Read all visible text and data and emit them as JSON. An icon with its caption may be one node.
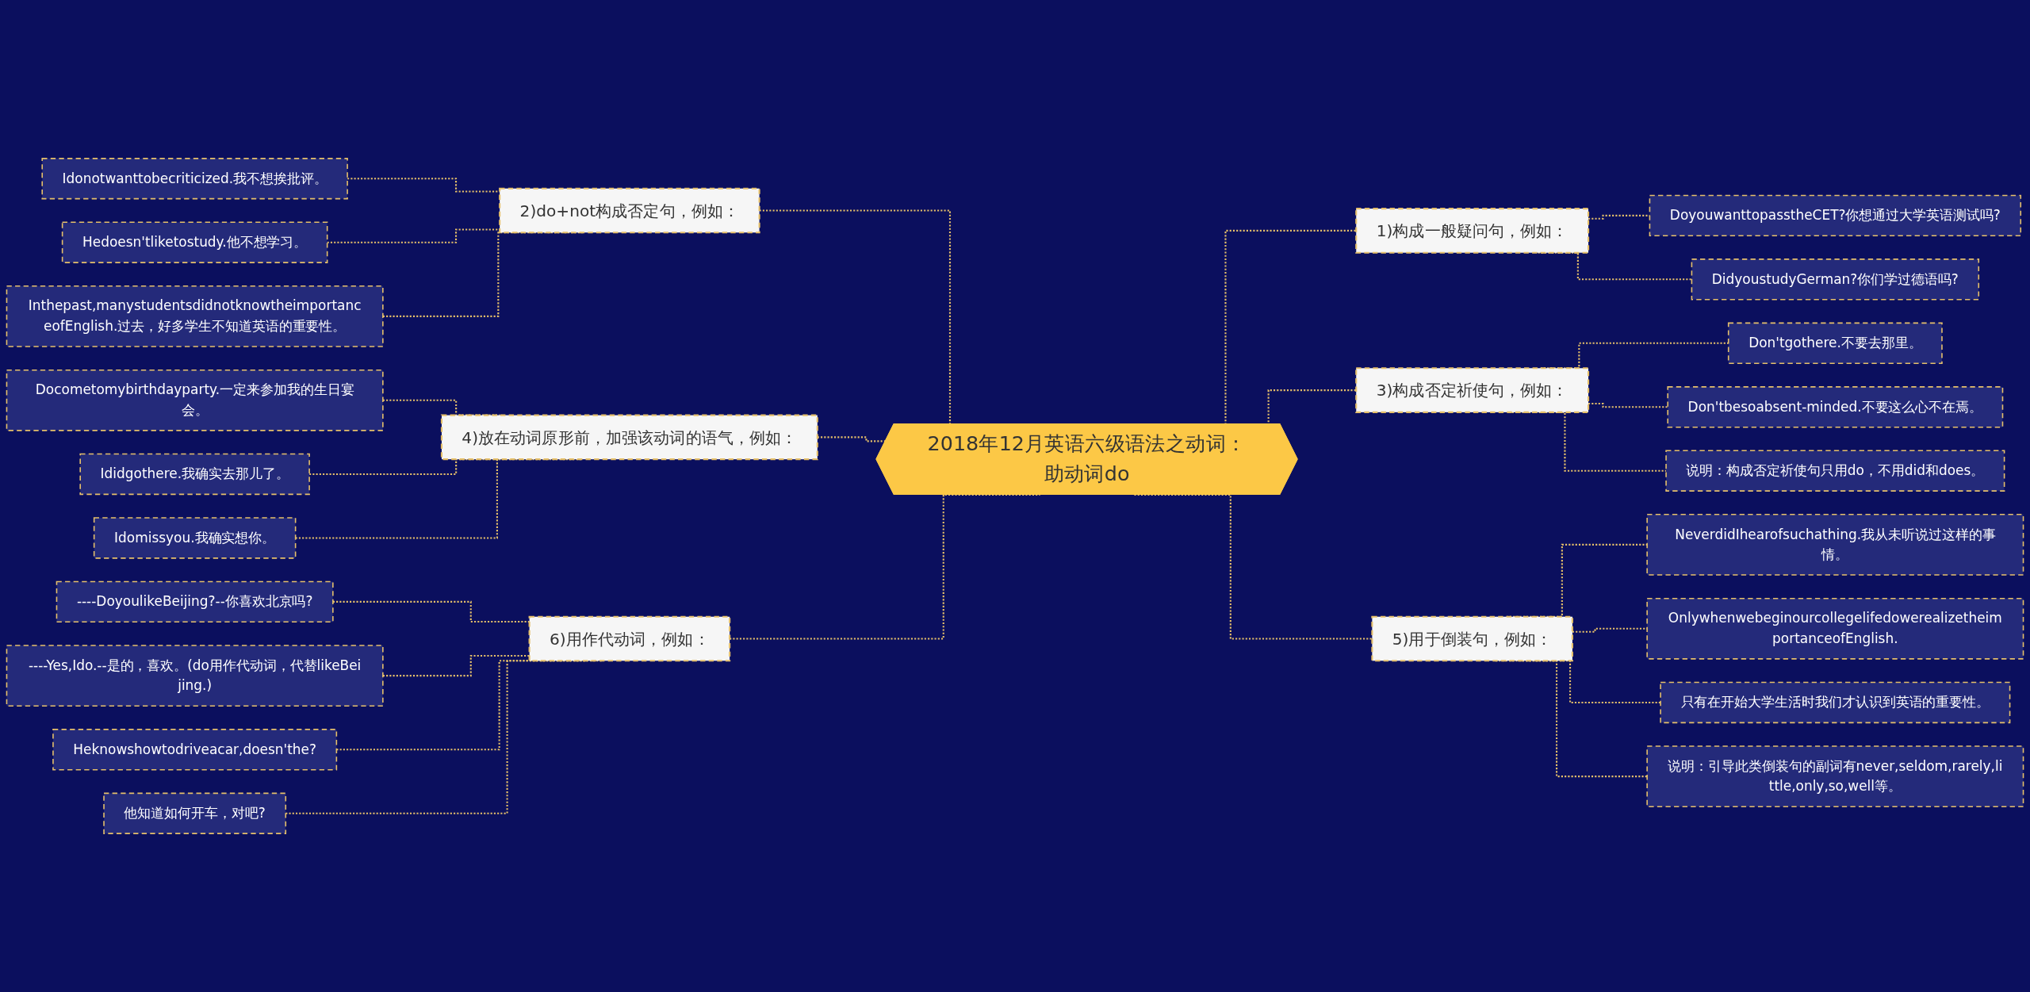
{
  "diagram": {
    "nodes": [
      {
        "text": [
          "2018年12月英语六级语法之动词：助动词do"
        ]
      },
      {
        "text": [
          "1)构成一般疑问句，例如："
        ]
      },
      {
        "text": [
          "DoyouwanttopasstheCET?你想通过大学英语测试吗?"
        ]
      },
      {
        "text": [
          "DidyoustudyGerman?你们学过德语吗?"
        ]
      },
      {
        "text": [
          "2)do+not构成否定句，例如："
        ]
      },
      {
        "text": [
          "Idonotwanttobecriticized.我不想挨批评。"
        ]
      },
      {
        "text": [
          "Hedoesn'tliketostudy.他不想学习。"
        ]
      },
      {
        "text": [
          "Inthepast,manystudentsdidnotknowtheimportanceofEnglish.过去，好多学生不知道英语的重要性。"
        ]
      },
      {
        "text": [
          "3)构成否定祈使句，例如："
        ]
      },
      {
        "text": [
          "Don'tgothere.不要去那里。"
        ]
      },
      {
        "text": [
          "Don'tbesoabsent-minded.不要这么心不在焉。"
        ]
      },
      {
        "text": [
          "说明：构成否定祈使句只用do，不用did和does。"
        ]
      },
      {
        "text": [
          "4)放在动词原形前，加强该动词的语气，例如："
        ]
      },
      {
        "text": [
          "Docometomybirthdayparty.一定来参加我的生日宴会。"
        ]
      },
      {
        "text": [
          "Ididgothere.我确实去那儿了。"
        ]
      },
      {
        "text": [
          "Idomissyou.我确实想你。"
        ]
      },
      {
        "text": [
          "5)用于倒装句，例如："
        ]
      },
      {
        "text": [
          "NeverdidIhearofsuchathing.我从未听说过这样的事情。"
        ]
      },
      {
        "text": [
          "OnlywhenwebeginourcollegelifedowerealizetheimportanceofEnglish."
        ]
      },
      {
        "text": [
          "只有在开始大学生活时我们才认识到英语的重要性。"
        ]
      },
      {
        "text": [
          "说明：引导此类倒装句的副词有never,seldom,rarely,little,only,so,well等。"
        ]
      },
      {
        "text": [
          "6)用作代动词，例如："
        ]
      },
      {
        "text": [
          "----DoyoulikeBeijing?--你喜欢北京吗?"
        ]
      },
      {
        "text": [
          "----Yes,Ido.--是的，喜欢。(do用作代动词，代替likeBeijing.)"
        ]
      },
      {
        "text": [
          "Heknowshowtodriveacar,doesn'the?"
        ]
      },
      {
        "text": [
          "他知道如何开车，对吧?"
        ]
      }
    ],
    "edges": [
      {
        "from": 0,
        "to": 1,
        "arrow": "none",
        "style": "dashed"
      },
      {
        "from": 1,
        "to": 2,
        "arrow": "none",
        "style": "dashed"
      },
      {
        "from": 1,
        "to": 3,
        "arrow": "none",
        "style": "dashed"
      },
      {
        "from": 4,
        "to": 0,
        "arrow": "none",
        "style": "dashed"
      },
      {
        "from": 5,
        "to": 4,
        "arrow": "none",
        "style": "dashed"
      },
      {
        "from": 6,
        "to": 4,
        "arrow": "none",
        "style": "dashed"
      },
      {
        "from": 7,
        "to": 4,
        "arrow": "none",
        "style": "dashed"
      },
      {
        "from": 0,
        "to": 8,
        "arrow": "none",
        "style": "dashed"
      },
      {
        "from": 8,
        "to": 9,
        "arrow": "none",
        "style": "dashed"
      },
      {
        "from": 8,
        "to": 10,
        "arrow": "none",
        "style": "dashed"
      },
      {
        "from": 8,
        "to": 11,
        "arrow": "none",
        "style": "dashed"
      },
      {
        "from": 12,
        "to": 0,
        "arrow": "none",
        "style": "dashed"
      },
      {
        "from": 13,
        "to": 12,
        "arrow": "none",
        "style": "dashed"
      },
      {
        "from": 14,
        "to": 12,
        "arrow": "none",
        "style": "dashed"
      },
      {
        "from": 15,
        "to": 12,
        "arrow": "none",
        "style": "dashed"
      },
      {
        "from": 0,
        "to": 16,
        "arrow": "none",
        "style": "dashed"
      },
      {
        "from": 16,
        "to": 17,
        "arrow": "none",
        "style": "dashed"
      },
      {
        "from": 16,
        "to": 18,
        "arrow": "none",
        "style": "dashed"
      },
      {
        "from": 16,
        "to": 19,
        "arrow": "none",
        "style": "dashed"
      },
      {
        "from": 16,
        "to": 20,
        "arrow": "none",
        "style": "dashed"
      },
      {
        "from": 21,
        "to": 0,
        "arrow": "none",
        "style": "dashed"
      },
      {
        "from": 22,
        "to": 21,
        "arrow": "none",
        "style": "dashed"
      },
      {
        "from": 23,
        "to": 21,
        "arrow": "none",
        "style": "dashed"
      },
      {
        "from": 24,
        "to": 21,
        "arrow": "none",
        "style": "dashed"
      },
      {
        "from": 25,
        "to": 21,
        "arrow": "none",
        "style": "dashed"
      }
    ]
  }
}
